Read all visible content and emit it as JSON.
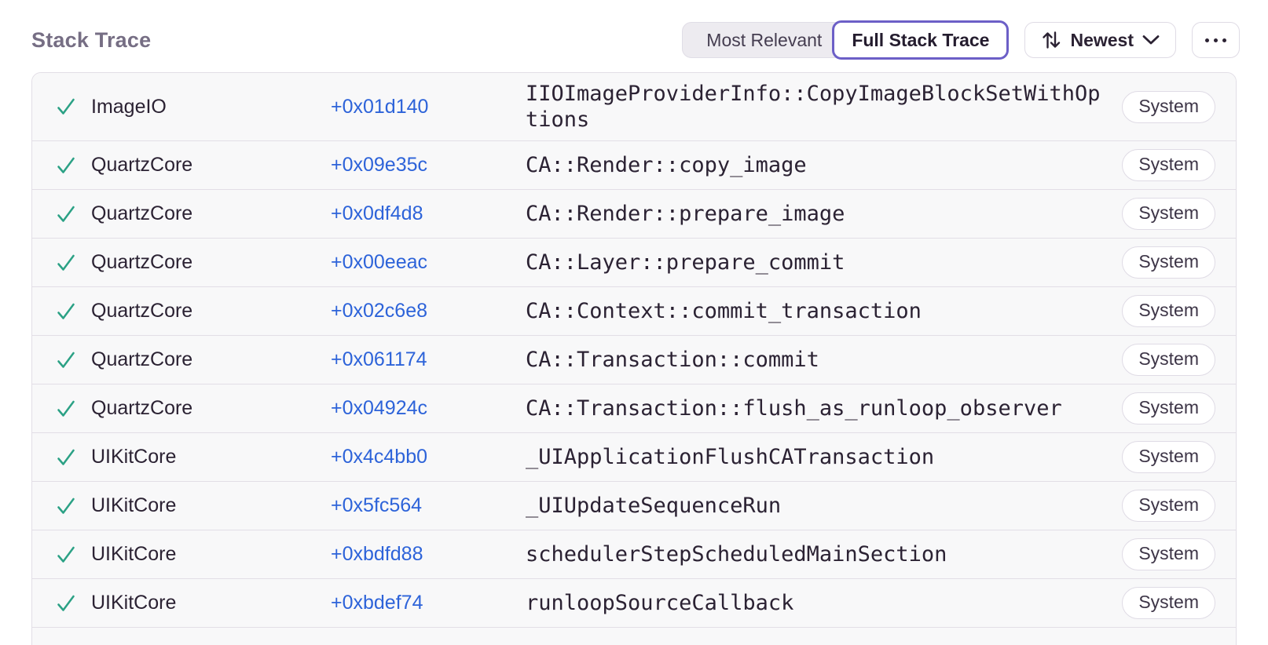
{
  "header": {
    "title": "Stack Trace",
    "view_toggle": {
      "most_relevant": "Most Relevant",
      "full_stack_trace": "Full Stack Trace",
      "active": "Full Stack Trace"
    },
    "sort": {
      "label": "Newest"
    }
  },
  "icons": {
    "check": {
      "name": "check-icon",
      "glyph": "✓"
    },
    "sort": {
      "name": "sort-arrows-icon",
      "glyph": "↑↓"
    },
    "chevron": {
      "name": "chevron-down-icon",
      "glyph": "⌄"
    },
    "more": {
      "name": "ellipsis-icon",
      "glyph": "⋯"
    }
  },
  "colors": {
    "accent": "#6C5FC7",
    "link": "#2D63D9",
    "success": "#2BA185",
    "title": "#766E84",
    "text": "#2B2233",
    "row_bg": "#F8F8F9",
    "border": "#E2DEE6",
    "border2": "#DFDBE5"
  },
  "table": {
    "frames": [
      {
        "module": "ImageIO",
        "address": "+0x01d140",
        "function": "IIOImageProviderInfo::CopyImageBlockSetWithOptions",
        "badge": "System"
      },
      {
        "module": "QuartzCore",
        "address": "+0x09e35c",
        "function": "CA::Render::copy_image",
        "badge": "System"
      },
      {
        "module": "QuartzCore",
        "address": "+0x0df4d8",
        "function": "CA::Render::prepare_image",
        "badge": "System"
      },
      {
        "module": "QuartzCore",
        "address": "+0x00eeac",
        "function": "CA::Layer::prepare_commit",
        "badge": "System"
      },
      {
        "module": "QuartzCore",
        "address": "+0x02c6e8",
        "function": "CA::Context::commit_transaction",
        "badge": "System"
      },
      {
        "module": "QuartzCore",
        "address": "+0x061174",
        "function": "CA::Transaction::commit",
        "badge": "System"
      },
      {
        "module": "QuartzCore",
        "address": "+0x04924c",
        "function": "CA::Transaction::flush_as_runloop_observer",
        "badge": "System"
      },
      {
        "module": "UIKitCore",
        "address": "+0x4c4bb0",
        "function": "_UIApplicationFlushCATransaction",
        "badge": "System"
      },
      {
        "module": "UIKitCore",
        "address": "+0x5fc564",
        "function": "_UIUpdateSequenceRun",
        "badge": "System"
      },
      {
        "module": "UIKitCore",
        "address": "+0xbdfd88",
        "function": "schedulerStepScheduledMainSection",
        "badge": "System"
      },
      {
        "module": "UIKitCore",
        "address": "+0xbdef74",
        "function": "runloopSourceCallback",
        "badge": "System"
      }
    ]
  }
}
